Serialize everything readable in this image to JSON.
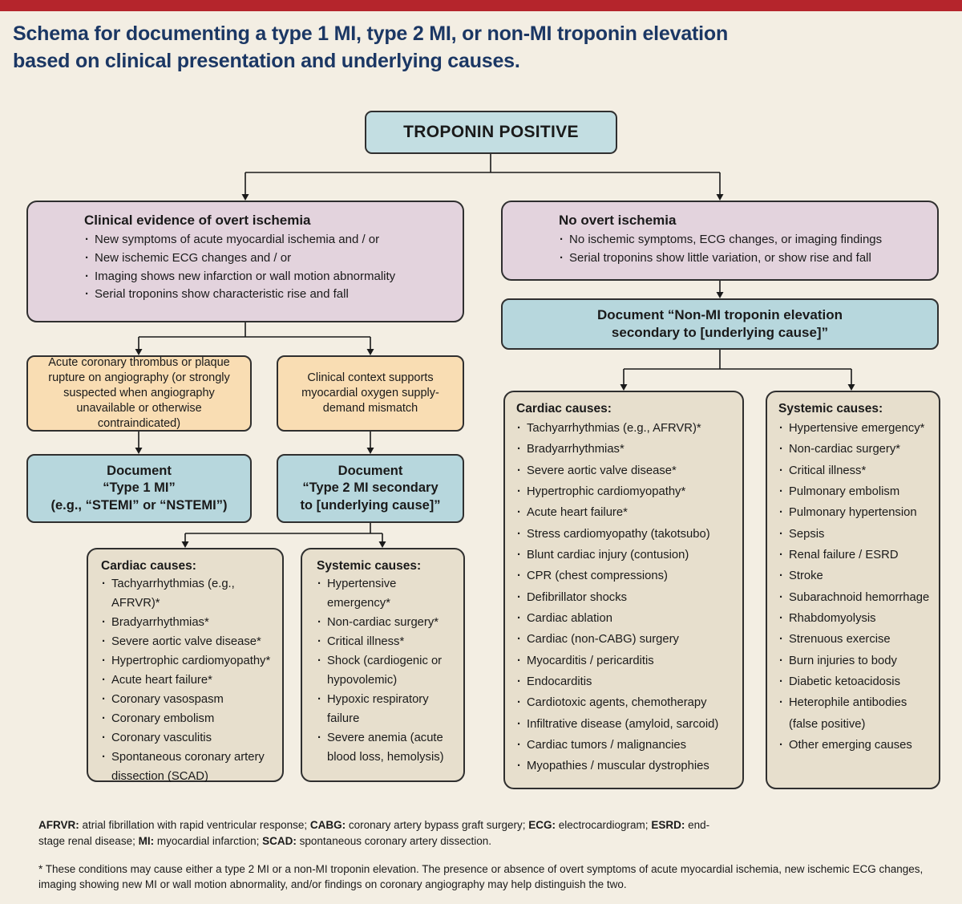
{
  "header": {
    "title": "Schema for documenting a type 1 MI, type 2 MI, or non-MI troponin elevation\nbased on clinical presentation and underlying causes."
  },
  "colors": {
    "accent_bar": "#b5252c",
    "title_text": "#1b3764",
    "blue_box": "#b7d7dd",
    "pink_box": "#e3d3dd",
    "orange_box": "#f9ddb3",
    "tan_box": "#e7dfcd",
    "background": "#f3eee3"
  },
  "flowchart": {
    "root_label": "TROPONIN POSITIVE",
    "overt_ischemia": {
      "title": "Clinical evidence of overt ischemia",
      "bullets": [
        "New symptoms of acute myocardial ischemia and / or",
        "New ischemic ECG changes and / or",
        "Imaging shows new infarction or wall motion abnormality",
        "Serial troponins show characteristic rise and fall"
      ]
    },
    "no_overt_ischemia": {
      "title": "No overt ischemia",
      "bullets": [
        "No ischemic symptoms, ECG changes, or imaging findings",
        "Serial troponins show little variation, or show rise and fall"
      ]
    },
    "type1_criteria": "Acute coronary thrombus or plaque rupture on angiography (or strongly suspected when angiography unavailable or otherwise contraindicated)",
    "type2_criteria": "Clinical context supports myocardial oxygen supply-demand mismatch",
    "document_type1": "Document\n“Type 1 MI”\n(e.g., “STEMI” or “NSTEMI”)",
    "document_type2": "Document\n“Type 2 MI secondary\nto [underlying cause]”",
    "document_nonmi": "Document “Non-MI troponin elevation\nsecondary to [underlying cause]”",
    "type2_causes": {
      "cardiac": {
        "title": "Cardiac causes:",
        "items": [
          "Tachyarrhythmias (e.g., AFRVR)*",
          "Bradyarrhythmias*",
          "Severe aortic valve disease*",
          "Hypertrophic cardiomyopathy*",
          "Acute heart failure*",
          "Coronary vasospasm",
          "Coronary embolism",
          "Coronary vasculitis",
          "Spontaneous coronary artery dissection (SCAD)"
        ]
      },
      "systemic": {
        "title": "Systemic causes:",
        "items": [
          "Hypertensive emergency*",
          "Non-cardiac surgery*",
          "Critical illness*",
          "Shock (cardiogenic or hypovolemic)",
          "Hypoxic respiratory failure",
          "Severe anemia (acute blood loss, hemolysis)"
        ]
      }
    },
    "nonmi_causes": {
      "cardiac": {
        "title": "Cardiac causes:",
        "items": [
          "Tachyarrhythmias (e.g., AFRVR)*",
          "Bradyarrhythmias*",
          "Severe aortic valve disease*",
          "Hypertrophic cardiomyopathy*",
          "Acute heart failure*",
          "Stress cardiomyopathy (takotsubo)",
          "Blunt cardiac injury (contusion)",
          "CPR (chest compressions)",
          "Defibrillator shocks",
          "Cardiac ablation",
          "Cardiac (non-CABG) surgery",
          "Myocarditis / pericarditis",
          "Endocarditis",
          "Cardiotoxic agents, chemotherapy",
          "Infiltrative disease (amyloid, sarcoid)",
          "Cardiac tumors / malignancies",
          "Myopathies / muscular dystrophies"
        ]
      },
      "systemic": {
        "title": "Systemic causes:",
        "items": [
          "Hypertensive emergency*",
          "Non-cardiac surgery*",
          "Critical illness*",
          "Pulmonary embolism",
          "Pulmonary hypertension",
          "Sepsis",
          "Renal failure / ESRD",
          "Stroke",
          "Subarachnoid hemorrhage",
          "Rhabdomyolysis",
          "Strenuous exercise",
          "Burn injuries to body",
          "Diabetic ketoacidosis",
          "Heterophile antibodies (false positive)",
          "Other emerging causes"
        ]
      }
    }
  },
  "footer": {
    "abbreviations": [
      {
        "term": "AFRVR:",
        "def": "atrial fibrillation with rapid ventricular response;"
      },
      {
        "term": "CABG:",
        "def": "coronary artery bypass graft surgery;"
      },
      {
        "term": "ECG:",
        "def": "electrocardiogram;"
      },
      {
        "term": "ESRD:",
        "def": "end-stage renal disease;"
      },
      {
        "term": "MI:",
        "def": "myocardial infarction;"
      },
      {
        "term": "SCAD:",
        "def": "spontaneous coronary artery dissection."
      }
    ],
    "footnote": "* These conditions may cause either a type 2 MI or a non-MI troponin elevation. The presence or absence of overt symptoms of acute myocardial ischemia, new ischemic ECG changes, imaging showing new MI or wall motion abnormality, and/or findings on coronary angiography may help distinguish the two."
  }
}
